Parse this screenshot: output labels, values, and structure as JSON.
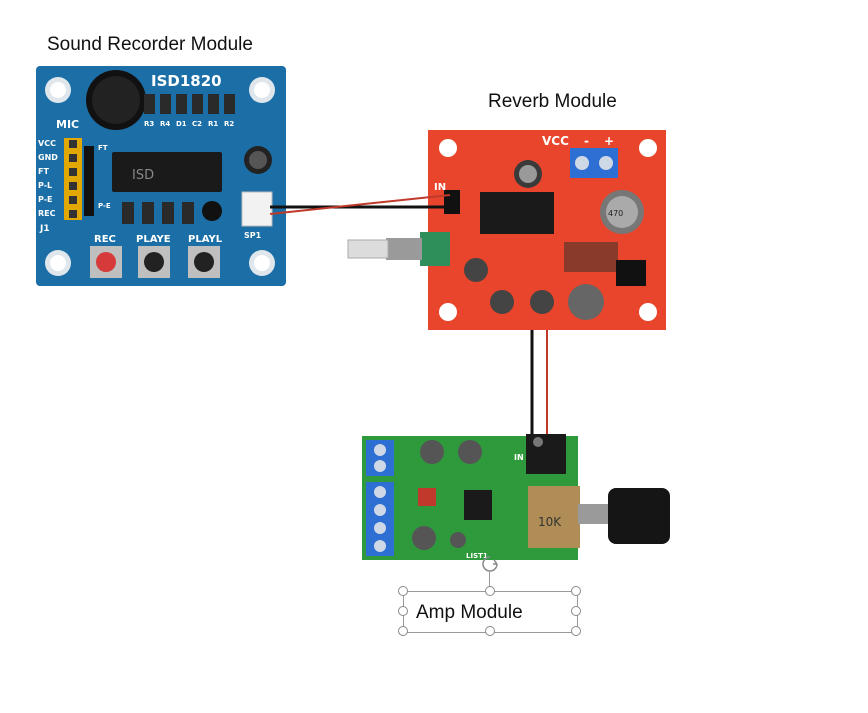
{
  "labels": {
    "sound_recorder": "Sound Recorder Module",
    "reverb": "Reverb Module",
    "amp": "Amp Module"
  },
  "recorder_board": {
    "chip_title": "ISD1820",
    "mic": "MIC",
    "pins": [
      "VCC",
      "GND",
      "FT",
      "P-L",
      "P-E",
      "REC"
    ],
    "ic_text": "ISD",
    "jumper": "J1",
    "ft": "FT",
    "pe": "P-E",
    "buttons": [
      "REC",
      "PLAYE",
      "PLAYL"
    ],
    "resistors": [
      "R3",
      "R4",
      "D1",
      "C2",
      "R1",
      "R2"
    ],
    "speaker": "SP1"
  },
  "reverb_board": {
    "vcc": "VCC",
    "minus": "-",
    "plus": "+",
    "in": "IN",
    "cap_label": "470"
  },
  "amp_board": {
    "in": "IN",
    "pot": "10K",
    "list": "LIST1"
  },
  "colors": {
    "recorder_pcb": "#1c6fa6",
    "reverb_pcb": "#e8452c",
    "amp_pcb": "#2f9a3c",
    "wire_black": "#111111",
    "wire_red": "#c0392b"
  }
}
